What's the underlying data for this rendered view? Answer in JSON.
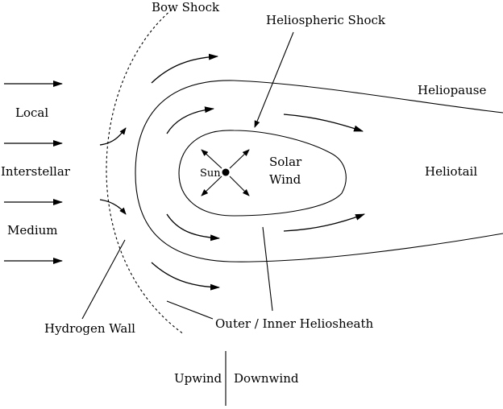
{
  "labels": {
    "bow_shock": "Bow Shock",
    "heliospheric_shock": "Heliospheric Shock",
    "heliopause": "Heliopause",
    "local": "Local",
    "interstellar": "Interstellar",
    "medium": "Medium",
    "sun": "Sun",
    "solar": "Solar",
    "wind": "Wind",
    "heliotail": "Heliotail",
    "hydrogen_wall": "Hydrogen Wall",
    "heliosheath": "Outer / Inner Heliosheath",
    "upwind": "Upwind",
    "downwind": "Downwind"
  }
}
